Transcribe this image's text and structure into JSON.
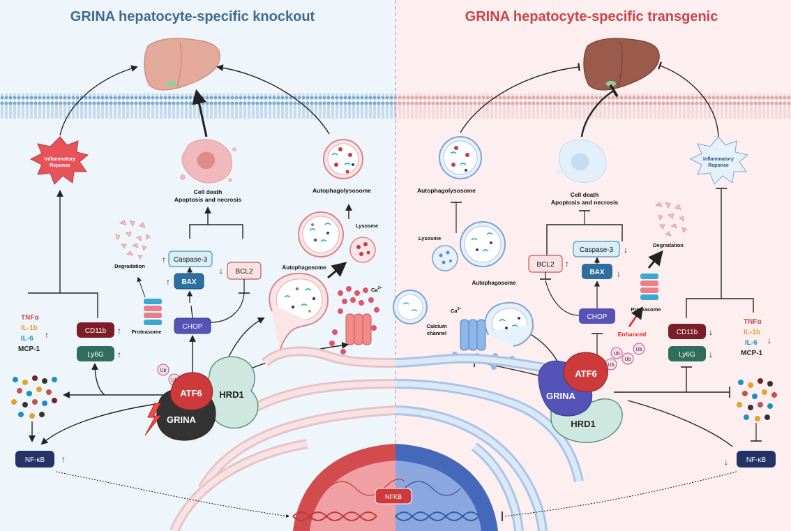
{
  "left": {
    "title": "GRINA hepatocyte-specific knockout",
    "inflammatory": [
      "Inflammatory",
      "Reponse"
    ],
    "cell_death": [
      "Cell death",
      "Apoptosis and necrosis"
    ],
    "autophagolysosome": "Autophagolysosome",
    "lysosome": "Lysosme",
    "autophagosome": "Autophagosome",
    "ca": "Ca",
    "ca_sup": "2+",
    "degradation": "Degradation",
    "proteasome": "Proteasome",
    "caspase3": "Caspase-3",
    "bax": "BAX",
    "bcl2": "BCL2",
    "chop": "CHOP",
    "cd11b": "CD11b",
    "ly6g": "Ly6G",
    "cytokines": {
      "tnfa": "TNFα",
      "il1b": "IL-1b",
      "il6": "IL-6",
      "mcp1": "MCP-1"
    },
    "nfkb": "NF-κB",
    "ub": "Ub",
    "atf6": "ATF6",
    "grina": "GRINA",
    "hrd1": "HRD1"
  },
  "right": {
    "title": "GRINA hepatocyte-specific transgenic",
    "inflammatory": [
      "Inflammatory",
      "Reponse"
    ],
    "cell_death": [
      "Cell death",
      "Apoptosis and necrosis"
    ],
    "autophagolysosome": "Autophagolysosome",
    "lysosome": "Lysosme",
    "autophagosome": "Autophagosome",
    "ca": "Ca",
    "ca_sup": "2+",
    "calcium_channel": [
      "Calcium",
      "channel"
    ],
    "degradation": "Degradation",
    "proteasome": "Proteasome",
    "enhanced": "Enhanced",
    "caspase3": "Caspase-3",
    "bax": "BAX",
    "bcl2": "BCL2",
    "chop": "CHOP",
    "cd11b": "CD11b",
    "ly6g": "Ly6G",
    "cytokines": {
      "tnfa": "TNFα",
      "il1b": "IL-1b",
      "il6": "IL-6",
      "mcp1": "MCP-1"
    },
    "nfkb": "NF-κB",
    "ub": "Ub",
    "atf6": "ATF6",
    "grina": "GRINA",
    "hrd1": "HRD1"
  },
  "center": {
    "nfkb_dna": "NFKB"
  },
  "colors": {
    "left_bg": "#eef6fc",
    "right_bg": "#fdeff0",
    "left_title": "#3e6a8f",
    "right_title": "#cc4447",
    "liver_left": "#e3aa9c",
    "liver_right": "#9a5a4c",
    "er_left": "#d9a9ad",
    "er_right": "#8aaede",
    "casp_fill": "#d9eff6",
    "bax_fill": "#2e6fa1",
    "chop_fill": "#5553b6",
    "cd11b_fill": "#7a1f26",
    "ly6g_fill": "#2f6e5a",
    "nfkb_fill": "#243266",
    "atf6_fill": "#cc3a3c",
    "grina_ko_fill": "#333333",
    "grina_tg_fill": "#5353b8",
    "hrd1_fill": "#cfe8df",
    "tnfa": "#c2504d",
    "il1b": "#e4a12c",
    "il6": "#1d8ec6",
    "mcp1": "#222222",
    "enhanced": "#e02020"
  }
}
